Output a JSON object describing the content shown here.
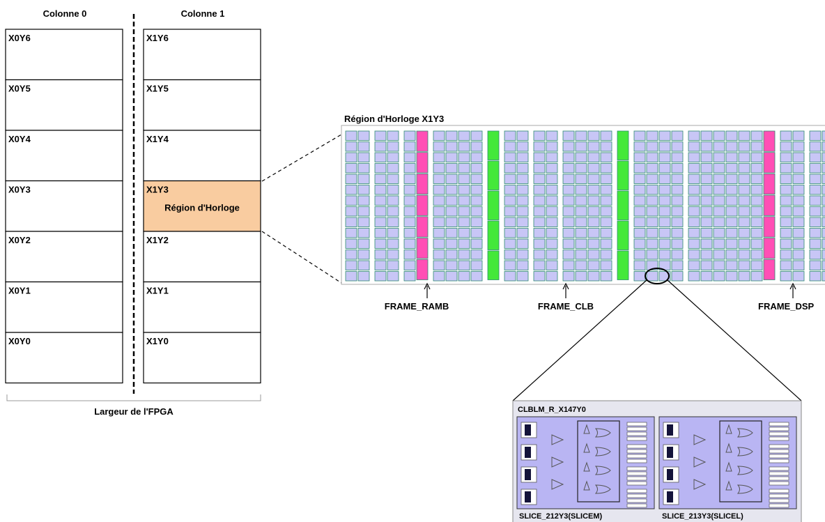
{
  "columns": {
    "col0_title": "Colonne 0",
    "col1_title": "Colonne 1",
    "col0_cells": [
      "X0Y6",
      "X0Y5",
      "X0Y4",
      "X0Y3",
      "X0Y2",
      "X0Y1",
      "X0Y0"
    ],
    "col1_cells": [
      "X1Y6",
      "X1Y5",
      "X1Y4",
      "X1Y3",
      "X1Y2",
      "X1Y1",
      "X1Y0"
    ],
    "highlight_label": "Région d'Horloge",
    "width_label": "Largeur de l'FPGA"
  },
  "region": {
    "title": "Région d'Horloge X1Y3",
    "frame_labels": [
      "FRAME_RAMB",
      "FRAME_CLB",
      "FRAME_DSP"
    ]
  },
  "clb": {
    "title": "CLBLM_R_X147Y0",
    "slices": [
      "SLICE_212Y3(SLICEM)",
      "SLICE_213Y3(SLICEL)"
    ]
  },
  "colors": {
    "clb_fill": "#c8c6f6",
    "ramb_fill": "#ff4fb5",
    "dsp_fill": "#44e83a",
    "highlight": "#f9cca0",
    "cell_stroke": "#2e8b70"
  }
}
